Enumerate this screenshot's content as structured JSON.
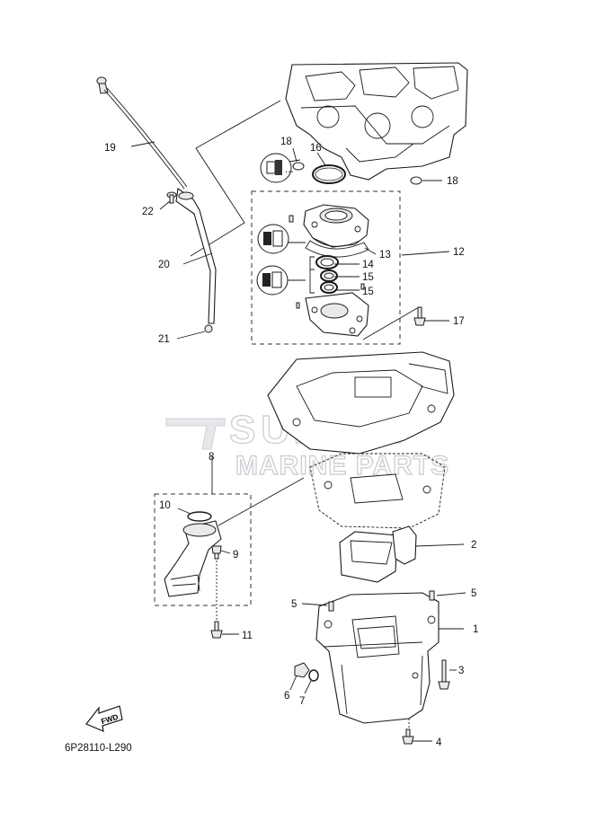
{
  "watermark": {
    "line1": "SUZUKI",
    "line2": "MARINE PARTS"
  },
  "callouts": {
    "c1": "1",
    "c2": "2",
    "c3": "3",
    "c4": "4",
    "c5a": "5",
    "c5b": "5",
    "c6": "6",
    "c7": "7",
    "c8": "8",
    "c9": "9",
    "c10": "10",
    "c11": "11",
    "c12": "12",
    "c13": "13",
    "c14": "14",
    "c15a": "15",
    "c15b": "15",
    "c16": "16",
    "c17": "17",
    "c18a": "18",
    "c18b": "18",
    "c19": "19",
    "c20": "20",
    "c21": "21",
    "c22": "22"
  },
  "fwd_label": "FWD",
  "diagram_code": "6P28110-L290",
  "icons": [
    "sealant-apply-icon",
    "oil-apply-icon",
    "oil-apply-icon"
  ]
}
